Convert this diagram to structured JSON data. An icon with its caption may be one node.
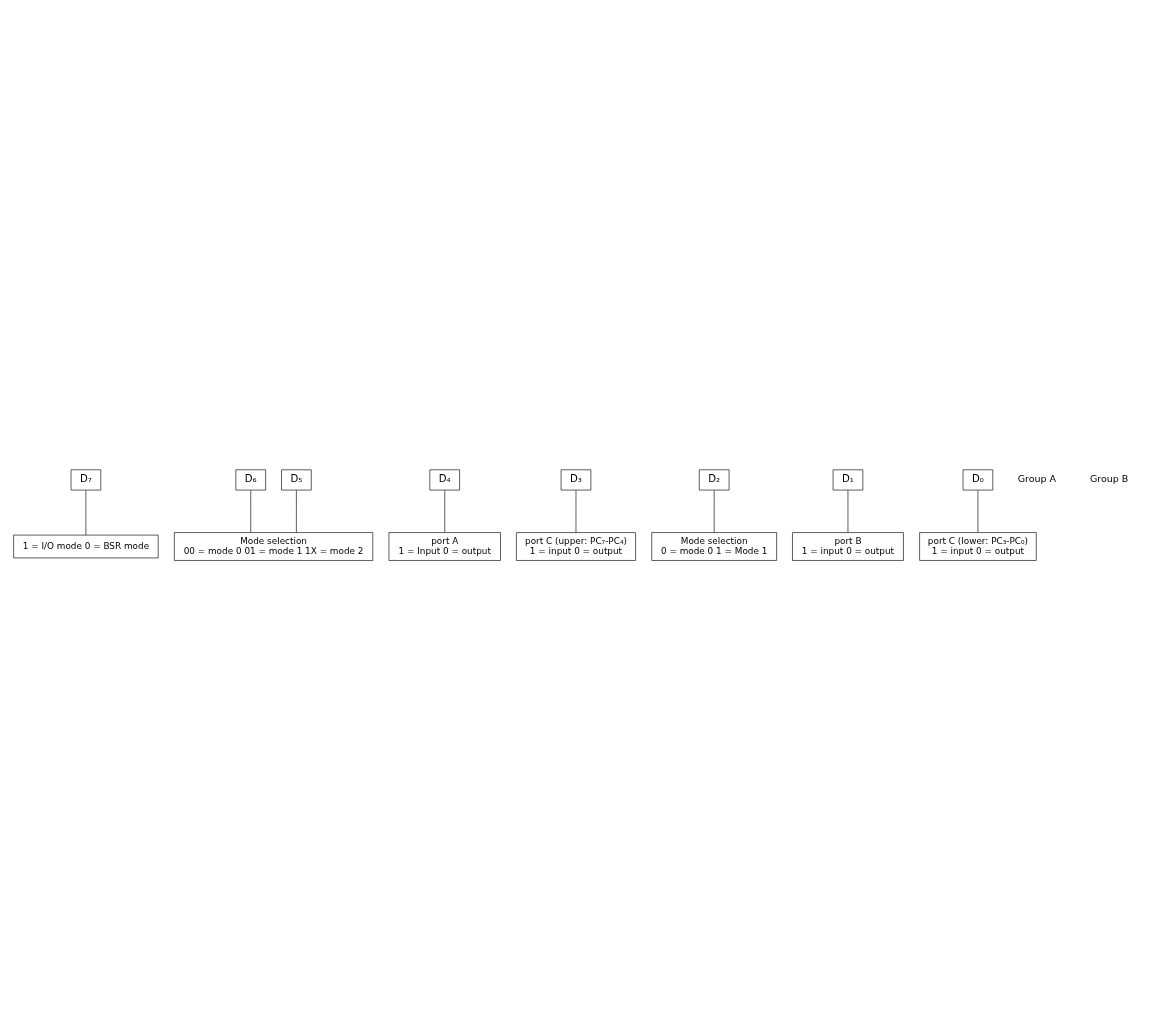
{
  "diagram": {
    "nodes": [
      {
        "text": [
          "D₇"
        ]
      },
      {
        "text": [
          "D₆"
        ]
      },
      {
        "text": [
          "D₅"
        ]
      },
      {
        "text": [
          "D₄"
        ]
      },
      {
        "text": [
          "D₃"
        ]
      },
      {
        "text": [
          "D₂"
        ]
      },
      {
        "text": [
          "D₁"
        ]
      },
      {
        "text": [
          "D₀"
        ]
      },
      {
        "text": [
          "port C (upper: PC₇-PC₄)",
          "1 = input 0 = output"
        ]
      },
      {
        "text": [
          "port A",
          "1 = Input 0 = output"
        ]
      },
      {
        "text": [
          "Mode selection",
          "00 = mode 0 01 = mode 1 1X = mode 2"
        ]
      },
      {
        "text": [
          "1 = I/O mode 0 = BSR mode"
        ]
      },
      {
        "text": [
          "port C (lower: PC₃-PC₀)",
          "1 = input 0 = output"
        ]
      },
      {
        "text": [
          "port B",
          "1 = input 0 = output"
        ]
      },
      {
        "text": [
          "Mode selection",
          "0 = mode 0 1 = Mode 1"
        ]
      }
    ],
    "edges": [
      {
        "from": 0,
        "to": 11,
        "arrow": "none"
      },
      {
        "from": 1,
        "to": 10,
        "arrow": "none"
      },
      {
        "from": 2,
        "to": 10,
        "arrow": "none"
      },
      {
        "from": 3,
        "to": 9,
        "arrow": "none"
      },
      {
        "from": 4,
        "to": 8,
        "arrow": "none"
      },
      {
        "from": 5,
        "to": 14,
        "arrow": "none"
      },
      {
        "from": 6,
        "to": 13,
        "arrow": "none"
      },
      {
        "from": 7,
        "to": 12,
        "arrow": "none"
      }
    ],
    "labels": [
      "Group A",
      "Group B"
    ]
  }
}
